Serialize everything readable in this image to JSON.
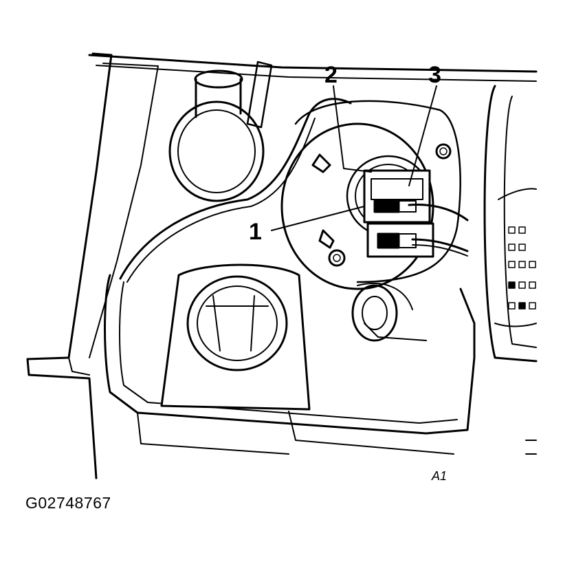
{
  "figure": {
    "callouts": [
      {
        "id": "1",
        "label": "1"
      },
      {
        "id": "2",
        "label": "2"
      },
      {
        "id": "3",
        "label": "3"
      }
    ],
    "view_marker": "A1",
    "figure_id": "G02748767"
  },
  "colors": {
    "line": "#000000",
    "shade": "#d9d9d9",
    "background": "#ffffff"
  }
}
